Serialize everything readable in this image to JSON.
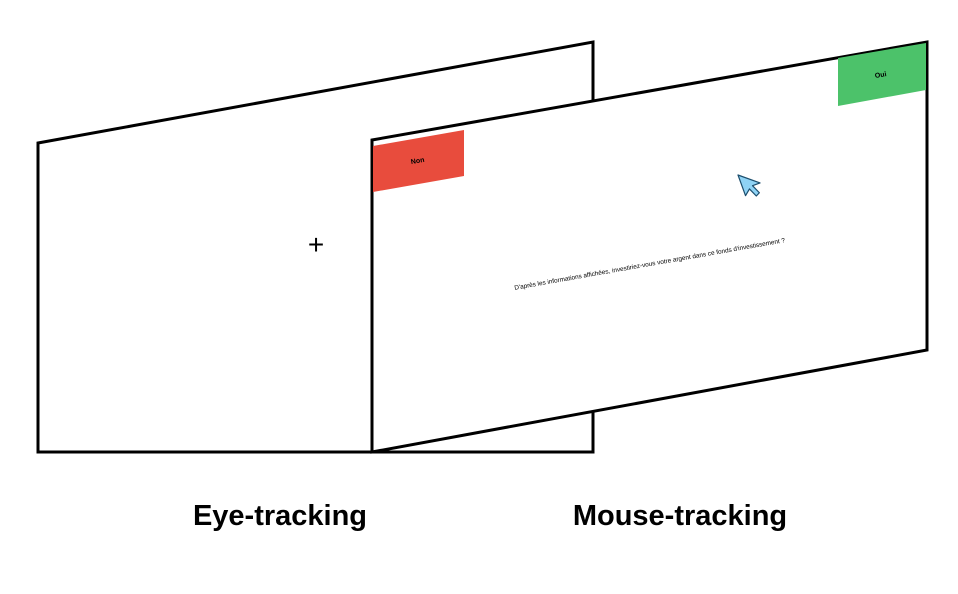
{
  "eye_tracking": {
    "caption": "Eye-tracking",
    "fixation_symbol": "+"
  },
  "mouse_tracking": {
    "caption": "Mouse-tracking",
    "no_button_label": "Non",
    "yes_button_label": "Oui",
    "question": "D'après les informations affichées, investiriez-vous votre argent dans ce fonds d'investissement ?",
    "cursor_icon": "arrow-cursor-icon"
  },
  "colors": {
    "no_button": "#E84C3D",
    "yes_button": "#4CC26A",
    "frame_stroke": "#000000",
    "cursor_fill": "#8FD3F5"
  }
}
